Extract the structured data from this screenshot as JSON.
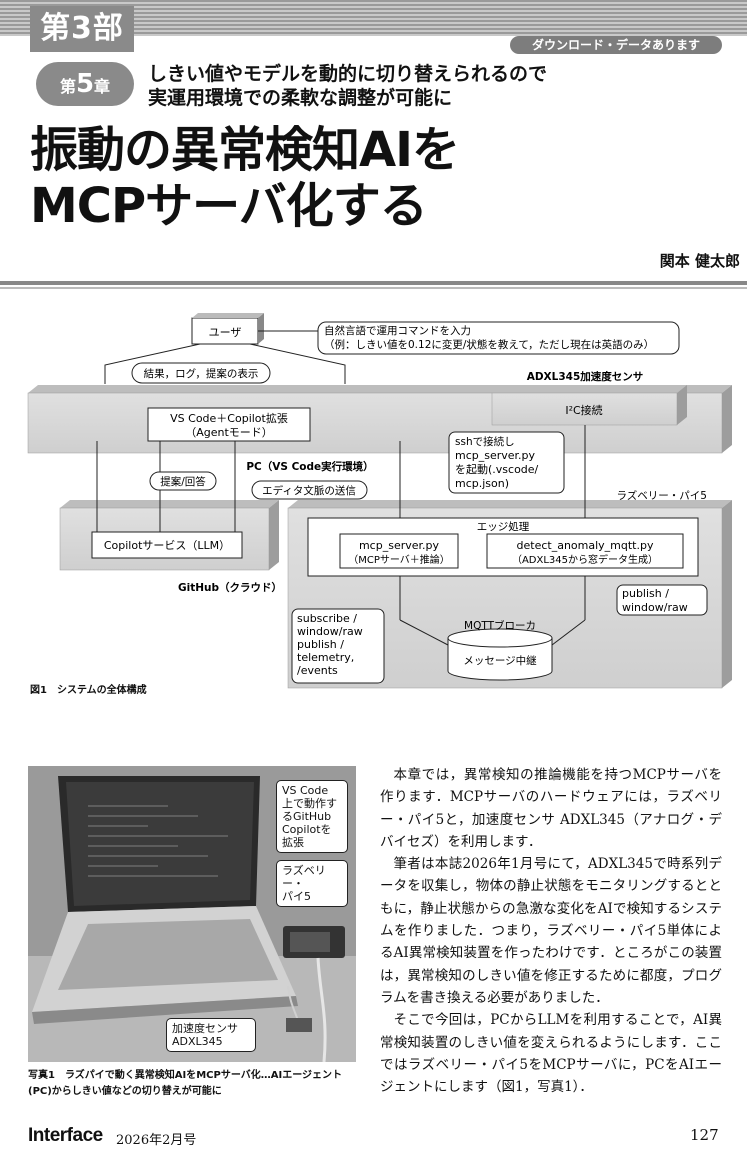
{
  "header": {
    "part": "第3部",
    "download_badge": "ダウンロード・データあります",
    "chapter_prefix": "第",
    "chapter_number": "5",
    "chapter_suffix": "章",
    "subtitle_line1": "しきい値やモデルを動的に切り替えられるので",
    "subtitle_line2": "実運用環境での柔軟な調整が可能に",
    "title_line1": "振動の異常検知AIを",
    "title_line2": "MCPサーバ化する",
    "author": "関本 健太郎"
  },
  "figure": {
    "user": "ユーザ",
    "nl_line1": "自然言語で運用コマンドを入力",
    "nl_line2": "（例：しきい値を0.12に変更/状態を教えて，ただし現在は英語のみ）",
    "results": "結果，ログ，提案の表示",
    "vscode_line1": "VS Code＋Copilot拡張",
    "vscode_line2": "（Agentモード）",
    "sensor_label": "ADXL345加速度センサ",
    "i2c": "I²C接続",
    "ssh_lines": [
      "sshで接続し",
      "mcp_server.py",
      "を起動(.vscode/",
      "mcp.json)"
    ],
    "pc_label": "PC（VS Code実行環境）",
    "proposal": "提案/回答",
    "editor_ctx": "エディタ文脈の送信",
    "rpi_label": "ラズベリー・パイ5",
    "copilot": "Copilotサービス（LLM）",
    "github": "GitHub（クラウド）",
    "edge": "エッジ処理",
    "mcp_server": "mcp_server.py",
    "mcp_server_sub": "（MCPサーバ＋推論）",
    "detect": "detect_anomaly_mqtt.py",
    "detect_sub": "（ADXL345から窓データ生成）",
    "publish_lines": [
      "publish /",
      "window/raw"
    ],
    "subscribe_lines": [
      "subscribe /",
      "window/raw",
      "publish /",
      "telemetry,",
      "/events"
    ],
    "broker": "MQTTブローカ",
    "relay": "メッセージ中継",
    "caption": "図1　システムの全体構成"
  },
  "photo": {
    "callout_vscode": "VS Code\n上で動作す\nるGitHub\nCopilotを\n拡張",
    "callout_rpi": "ラズベリー・\nパイ5",
    "callout_sensor": "加速度センサ\nADXL345",
    "caption": "写真1　ラズパイで動く異常検知AIをMCPサーバ化…AIエージェント(PC)からしきい値などの切り替えが可能に"
  },
  "body": {
    "p1": "本章では，異常検知の推論機能を持つMCPサーバを作ります．MCPサーバのハードウェアには，ラズベリー・パイ5と，加速度センサ ADXL345（アナログ・デバイセズ）を利用します．",
    "p2": "筆者は本誌2026年1月号にて，ADXL345で時系列データを収集し，物体の静止状態をモニタリングするとともに，静止状態からの急激な変化をAIで検知するシステムを作りました．つまり，ラズベリー・パイ5単体によるAI異常検知装置を作ったわけです．ところがこの装置は，異常検知のしきい値を修正するために都度，プログラムを書き換える必要がありました．",
    "p3": "そこで今回は，PCからLLMを利用することで，AI異常検知装置のしきい値を変えられるようにします．ここではラズベリー・パイ5をMCPサーバに，PCをAIエージェントにします（図1，写真1）．"
  },
  "footer": {
    "brand": "Interface",
    "date": "2026年2月号",
    "page": "127"
  }
}
